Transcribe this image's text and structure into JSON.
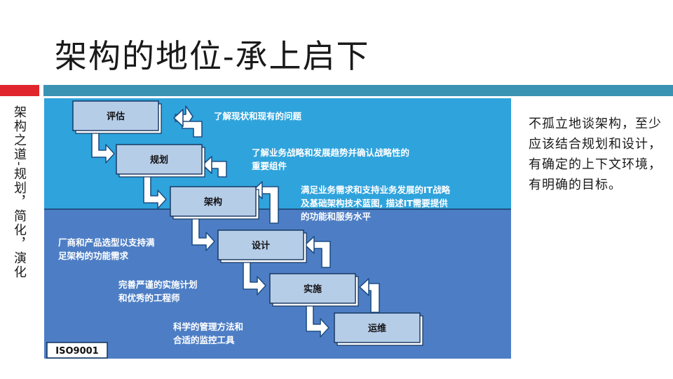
{
  "slide": {
    "title": "架构的地位-承上启下",
    "vertical_text": "架构之道-规划，简化，演化",
    "side_note": "不孤立地谈架构，至少应该结合规划和设计，有确定的上下文环境，有明确的目标。"
  },
  "diagram": {
    "badge": "ISO9001",
    "steps": [
      {
        "label": "评估"
      },
      {
        "label": "规划"
      },
      {
        "label": "架构"
      },
      {
        "label": "设计"
      },
      {
        "label": "实施"
      },
      {
        "label": "运维"
      }
    ],
    "upper_notes": [
      {
        "lines": [
          "了解现状和现有的问题"
        ]
      },
      {
        "lines": [
          "了解业务战略和发展趋势并确认战略性的",
          "重要组件"
        ]
      },
      {
        "lines": [
          "满足业务需求和支持业务发展的IT战略",
          "及基础架构技术蓝图, 描述IT需要提供",
          "的功能和服务水平"
        ]
      }
    ],
    "lower_notes": [
      {
        "lines": [
          "厂商和产品选型以支持满",
          "足架构的功能需求"
        ]
      },
      {
        "lines": [
          "完善严谨的实施计划",
          "和优秀的工程师"
        ]
      },
      {
        "lines": [
          "科学的管理方法和",
          "合适的监控工具"
        ]
      }
    ],
    "colors": {
      "upper_bg": "#2fa3dc",
      "lower_bg": "#4d7ec5",
      "box_fill": "#b6cde8",
      "box_border": "#12325c",
      "arrow_fill": "#ffffff",
      "arrow_stroke": "#1e4f86"
    }
  }
}
